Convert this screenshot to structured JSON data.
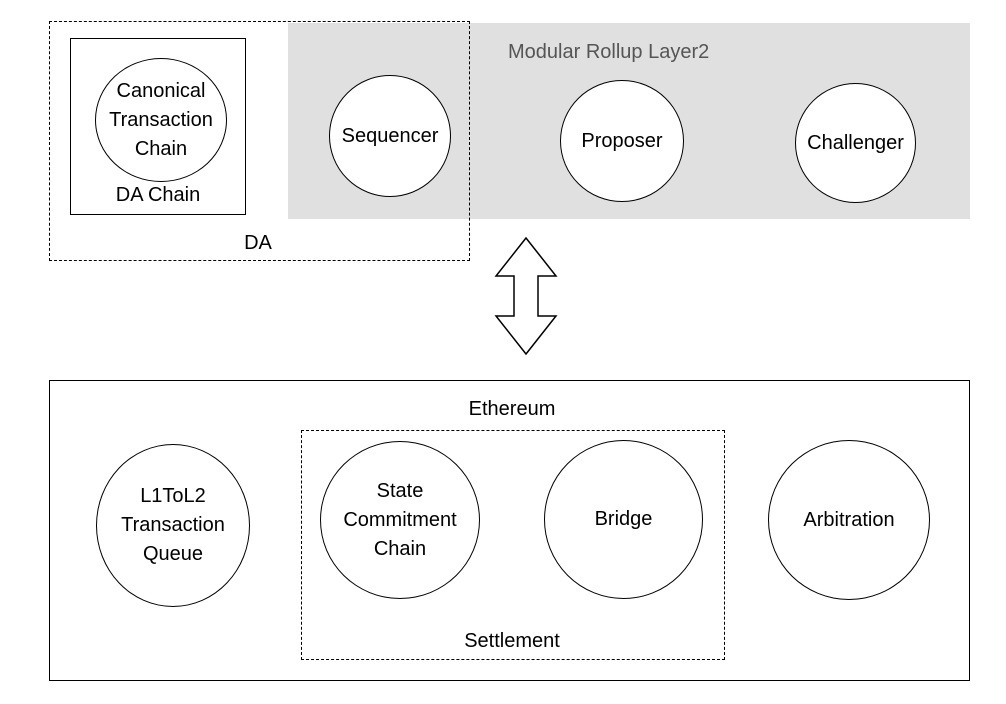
{
  "layer2": {
    "title": "Modular Rollup Layer2",
    "band_color": "#e0e0e0",
    "nodes": {
      "sequencer": "Sequencer",
      "proposer": "Proposer",
      "challenger": "Challenger"
    }
  },
  "da": {
    "label": "DA",
    "da_chain": {
      "label": "DA Chain",
      "node": "Canonical\nTransaction\nChain"
    }
  },
  "connector": {
    "icon": "double-vertical-arrow-icon"
  },
  "ethereum": {
    "label": "Ethereum",
    "nodes": {
      "queue": "L1ToL2\nTransaction\nQueue",
      "arbitration": "Arbitration"
    },
    "settlement": {
      "label": "Settlement",
      "nodes": {
        "state_commitment": "State\nCommitment\nChain",
        "bridge": "Bridge"
      }
    }
  }
}
